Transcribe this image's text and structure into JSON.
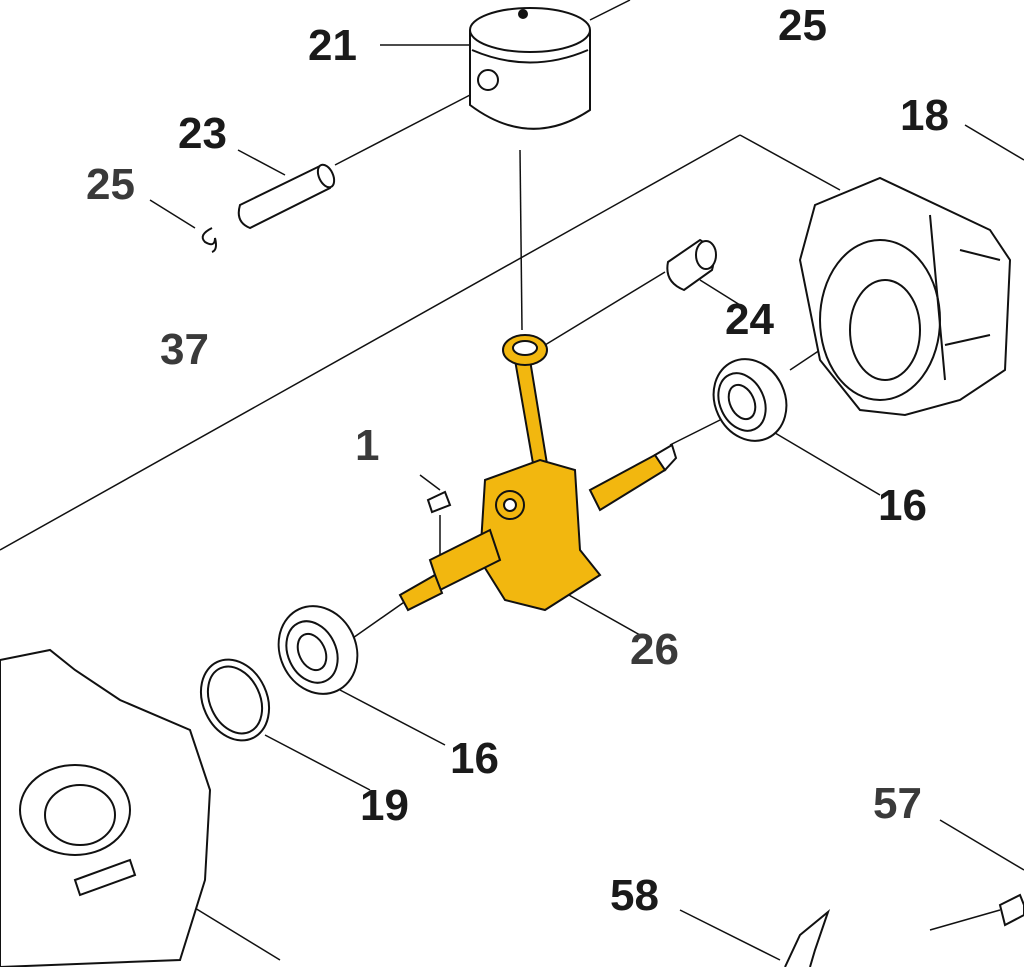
{
  "diagram": {
    "type": "exploded parts diagram",
    "highlight_color": "#F2B70F",
    "line_color": "#111111",
    "callouts": [
      {
        "id": "piston",
        "label": "21"
      },
      {
        "id": "top-right",
        "label": "25"
      },
      {
        "id": "crankcase-half-right",
        "label": "18"
      },
      {
        "id": "piston-pin",
        "label": "23"
      },
      {
        "id": "circlip",
        "label": "25"
      },
      {
        "id": "needle-bearing",
        "label": "24"
      },
      {
        "id": "crankcase-assembly",
        "label": "37"
      },
      {
        "id": "woodruff-key",
        "label": "1"
      },
      {
        "id": "ball-bearing-right",
        "label": "16"
      },
      {
        "id": "crankshaft",
        "label": "26"
      },
      {
        "id": "ball-bearing-left",
        "label": "16"
      },
      {
        "id": "retaining-ring",
        "label": "19"
      },
      {
        "id": "part-57",
        "label": "57"
      },
      {
        "id": "part-58",
        "label": "58"
      }
    ]
  }
}
